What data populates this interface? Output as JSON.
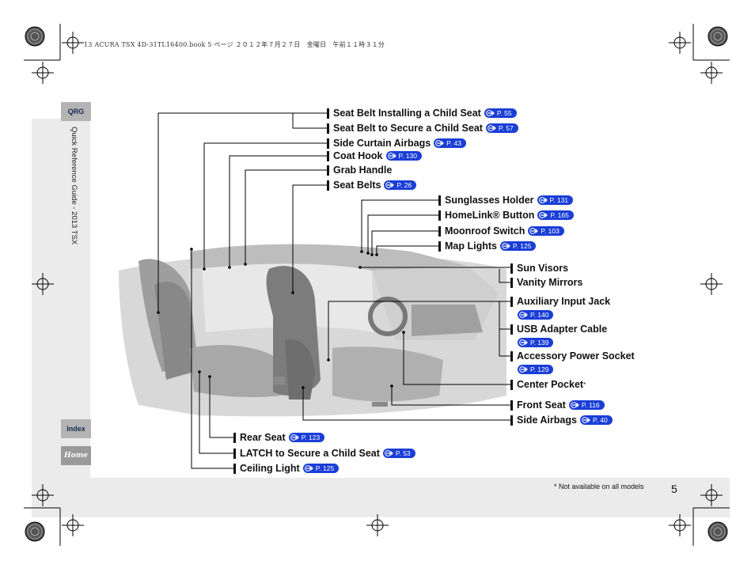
{
  "print_header": "13 ACURA TSX 4D-31TL16400.book  5 ページ  ２０１２年７月２７日　金曜日　午前１１時３１分",
  "side_tabs": {
    "qrg": "QRG",
    "index": "Index",
    "home": "Home"
  },
  "section_title": "Quick Reference Guide - 2013 TSX",
  "labels": {
    "seat_belt_child": {
      "text": "Seat Belt Installing a Child Seat",
      "ref": "P. 55"
    },
    "seat_belt_secure": {
      "text": "Seat Belt to Secure a Child Seat",
      "ref": "P. 57"
    },
    "side_curtain": {
      "text": "Side Curtain Airbags",
      "ref": "P. 43"
    },
    "coat_hook": {
      "text": "Coat Hook",
      "ref": "P. 130"
    },
    "grab_handle": {
      "text": "Grab Handle",
      "ref": ""
    },
    "seat_belts": {
      "text": "Seat Belts",
      "ref": "P. 26"
    },
    "sunglasses": {
      "text": "Sunglasses Holder",
      "ref": "P. 131"
    },
    "homelink": {
      "text": "HomeLink® Button",
      "ref": "P. 165"
    },
    "moonroof": {
      "text": "Moonroof Switch",
      "ref": "P. 103"
    },
    "map_lights": {
      "text": "Map Lights",
      "ref": "P. 125"
    },
    "sun_visors": {
      "text": "Sun Visors",
      "ref": ""
    },
    "vanity_mirrors": {
      "text": "Vanity Mirrors",
      "ref": ""
    },
    "aux_jack": {
      "text": "Auxiliary Input Jack",
      "ref": "P. 140"
    },
    "usb": {
      "text": "USB Adapter Cable",
      "ref": "P. 139"
    },
    "accessory": {
      "text": "Accessory Power Socket",
      "ref": "P. 129"
    },
    "center_pocket": {
      "text": "Center Pocket",
      "ref": ""
    },
    "front_seat": {
      "text": "Front Seat",
      "ref": "P. 116"
    },
    "side_airbags": {
      "text": "Side Airbags",
      "ref": "P. 40"
    },
    "rear_seat": {
      "text": "Rear Seat",
      "ref": "P. 123"
    },
    "latch": {
      "text": "LATCH to Secure a Child Seat",
      "ref": "P. 53"
    },
    "ceiling_light": {
      "text": "Ceiling Light",
      "ref": "P. 125"
    }
  },
  "center_pocket_mark": "*",
  "footnote": "* Not available on all models",
  "page_number": "5",
  "colors": {
    "ref_badge": "#1a3ed6",
    "tab_bg": "#b4b4b4",
    "panel_bg": "#ebebeb"
  }
}
